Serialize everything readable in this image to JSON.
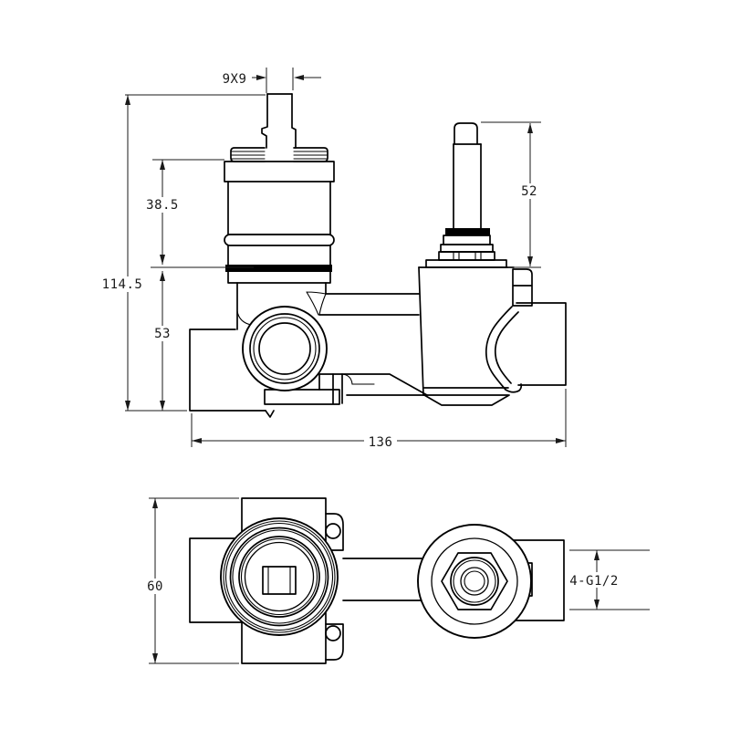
{
  "drawing": {
    "colors": {
      "background": "#ffffff",
      "line": "#000000",
      "dimension": "#1a1a1a"
    },
    "dimensions": {
      "stem_square": "9X9",
      "cartridge_height": "38.5",
      "overall_height": "114.5",
      "lower_body_height": "53",
      "diverter_stem_height": "52",
      "overall_width": "136",
      "body_depth": "60",
      "port_thread": "4-G1/2"
    }
  }
}
